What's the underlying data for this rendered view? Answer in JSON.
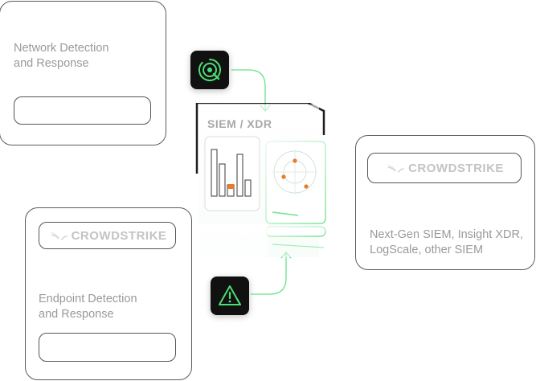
{
  "cards": {
    "ndr": {
      "label": "Network Detection\nand Response"
    },
    "edr": {
      "label": "Endpoint Detection\nand Response",
      "brand": "CROWDSTRIKE"
    },
    "siem": {
      "label": "Next-Gen SIEM, Insight XDR,\nLogScale, other SIEM",
      "brand": "CROWDSTRIKE"
    }
  },
  "center": {
    "title": "SIEM / XDR"
  },
  "icons": {
    "ndr": "radar-search-icon",
    "edr": "warning-triangle-icon"
  },
  "colors": {
    "accent": "#4ddc74",
    "alert": "#f07820",
    "border": "#5b5b5b",
    "text": "#9a9a9a",
    "tile": "#111111"
  }
}
